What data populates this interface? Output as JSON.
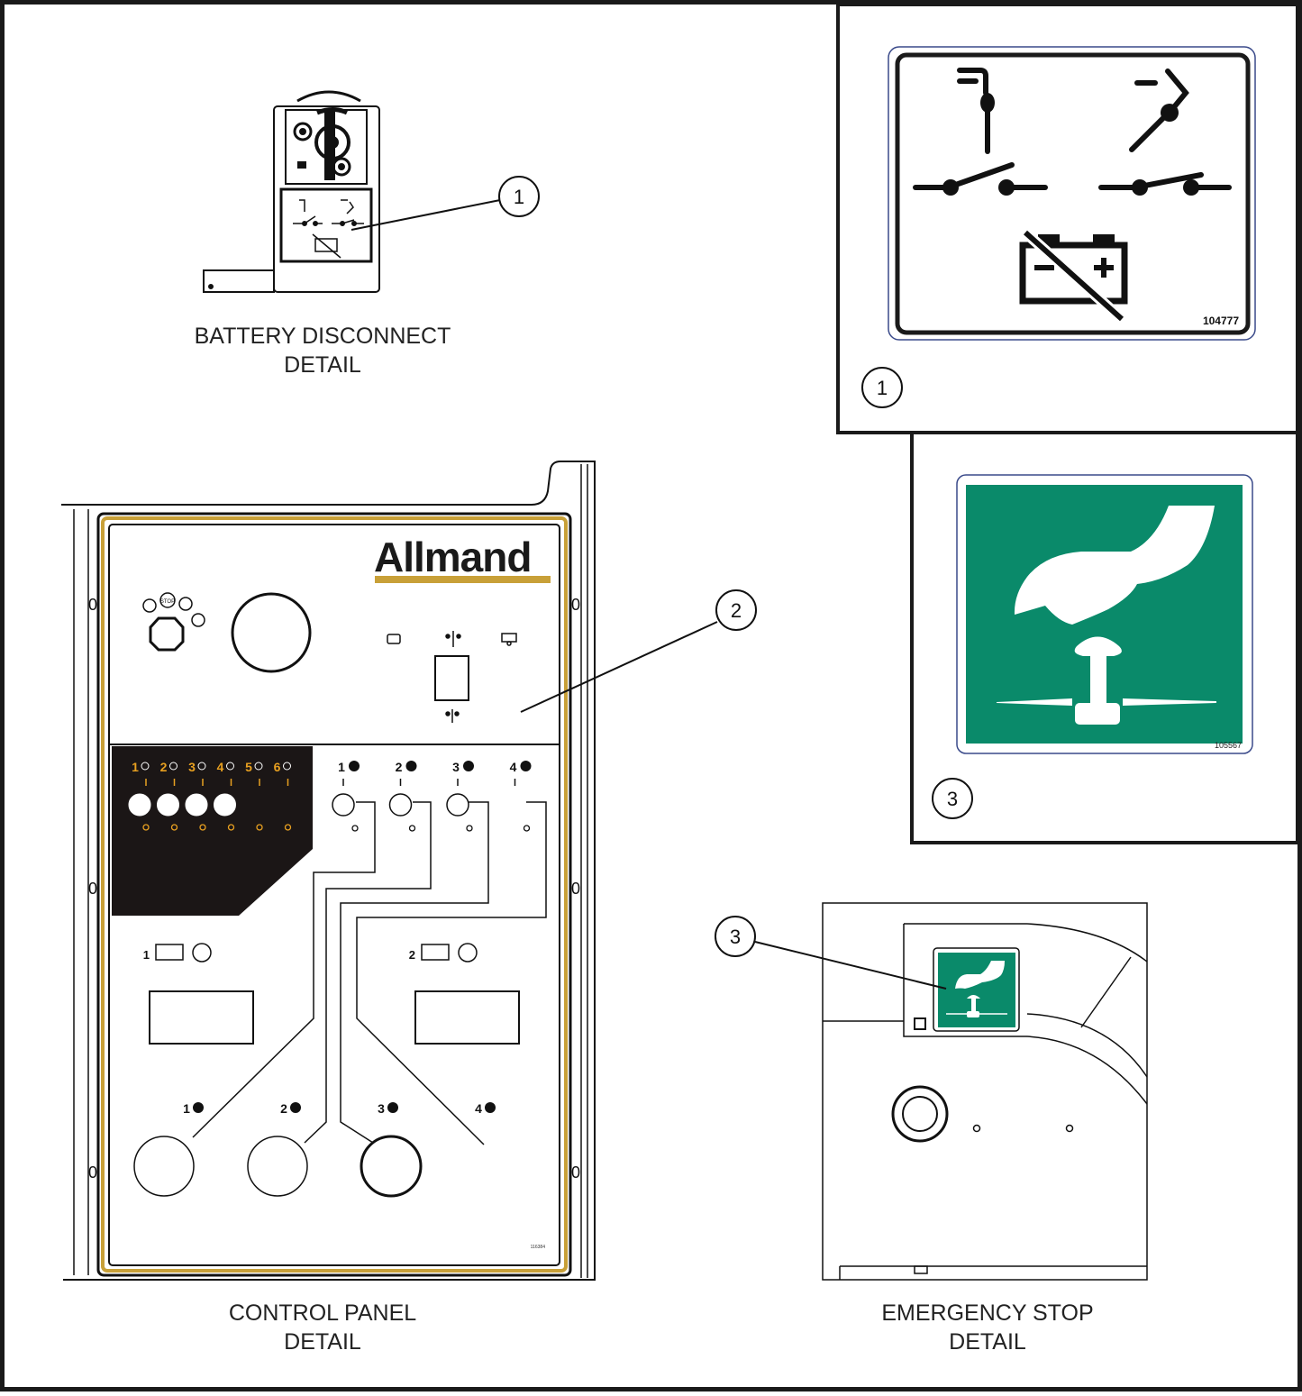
{
  "captions": {
    "battery": [
      "BATTERY DISCONNECT",
      "DETAIL"
    ],
    "control": [
      "CONTROL PANEL",
      "DETAIL"
    ],
    "estop": [
      "EMERGENCY STOP",
      "DETAIL"
    ]
  },
  "callouts": {
    "battery": "1",
    "control": "2",
    "estop": "3",
    "decal1": "1",
    "decal3": "3"
  },
  "decals": {
    "battery_part": "104777",
    "estop_part": "105567"
  },
  "panel": {
    "brand": "Allmand",
    "engine_stop_label": "STOP",
    "lamp_numbers": [
      "1",
      "2",
      "3",
      "4",
      "5",
      "6"
    ],
    "breaker_numbers": [
      "1",
      "2",
      "3",
      "4"
    ],
    "gfci_numbers": [
      "1",
      "2"
    ],
    "outlet_numbers": [
      "1",
      "2",
      "3",
      "4"
    ],
    "decal_number": "116384"
  },
  "colors": {
    "frame": "#1a1a1a",
    "gold": "#c8a038",
    "estop_green": "#0a8a6a",
    "panel_dark": "#1b1616",
    "lamp_orange": "#e8a020"
  },
  "icons": {
    "switch_open": "disconnect-switch-open-icon",
    "switch_closed": "disconnect-switch-closed-icon",
    "battery": "battery-crossed-icon",
    "estop": "emergency-stop-hand-icon"
  }
}
